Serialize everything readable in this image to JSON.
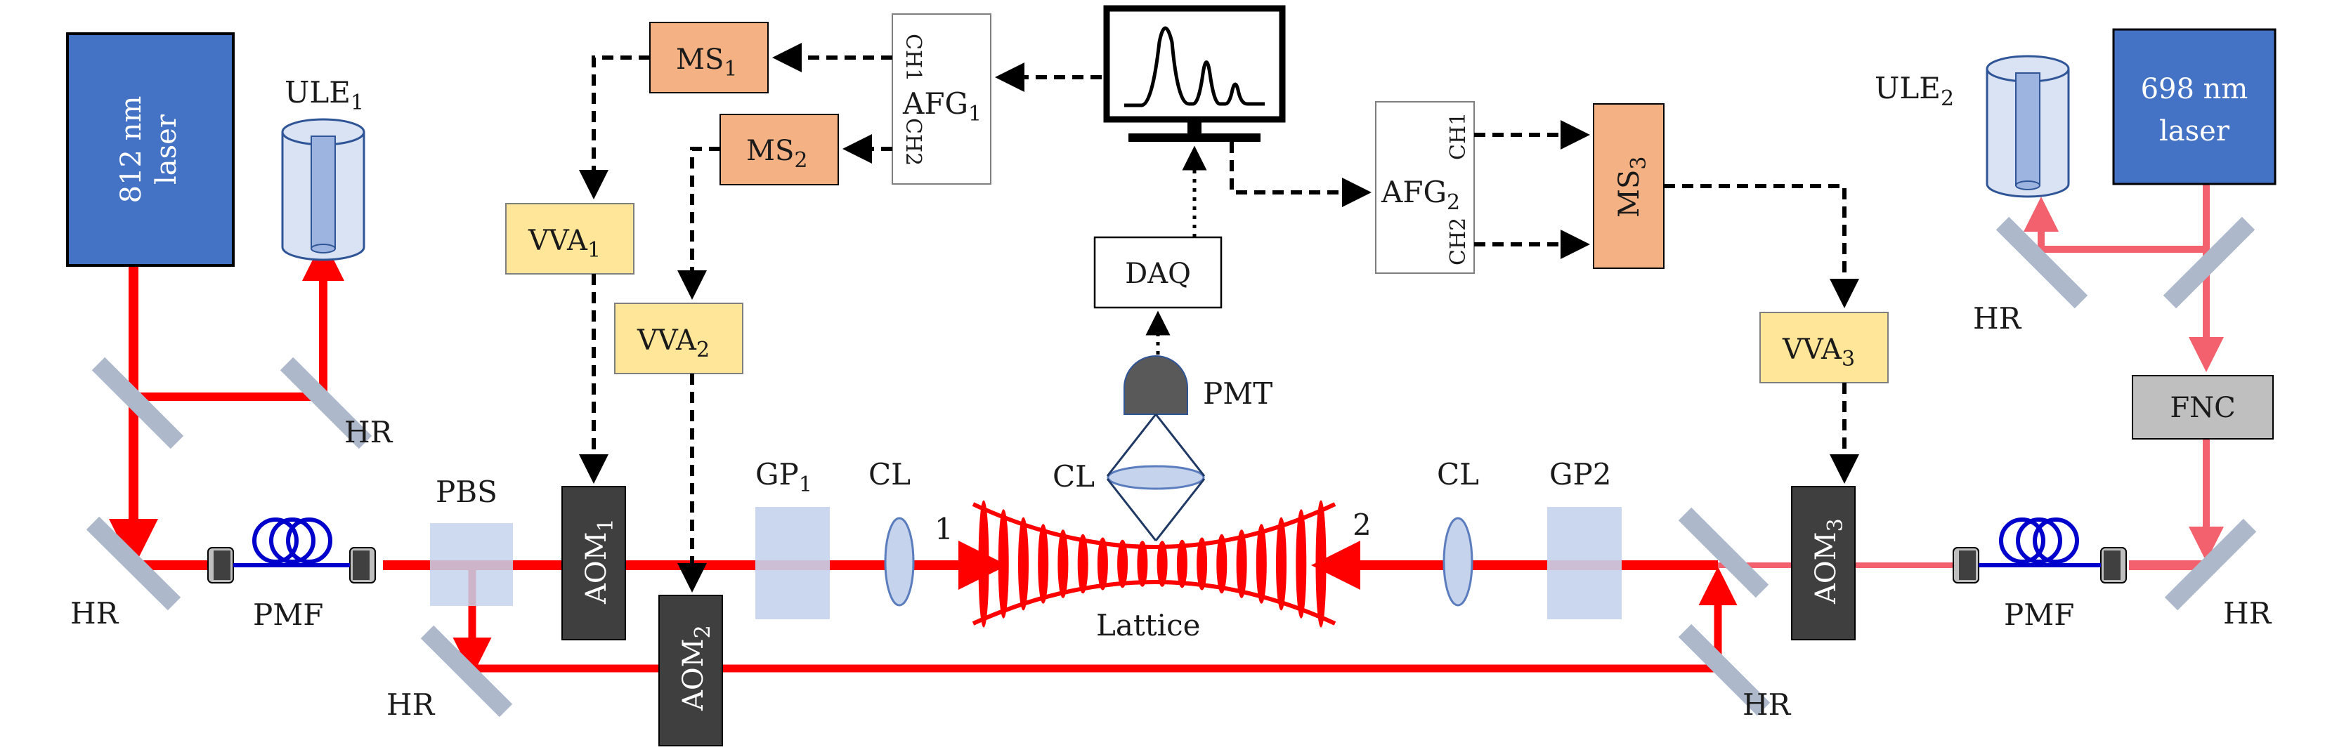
{
  "lasers": {
    "laser812": {
      "label": "812 nm laser",
      "line1": "812 nm",
      "line2": "laser",
      "color": "#4472C4"
    },
    "laser698": {
      "label": "698 nm laser",
      "line1": "698 nm",
      "line2": "laser",
      "color": "#4472C4"
    }
  },
  "cavities": {
    "ule1": {
      "main": "ULE",
      "sub": "1"
    },
    "ule2": {
      "main": "ULE",
      "sub": "2"
    }
  },
  "monitor": {
    "icon": "oscilloscope-trace-icon"
  },
  "afg1": {
    "main": "AFG",
    "sub": "1",
    "ch1": "CH1",
    "ch2": "CH2"
  },
  "afg2": {
    "main": "AFG",
    "sub": "2",
    "ch1": "CH1",
    "ch2": "CH2"
  },
  "ms": [
    {
      "main": "MS",
      "sub": "1",
      "color": "#F4B183"
    },
    {
      "main": "MS",
      "sub": "2",
      "color": "#F4B183"
    },
    {
      "main": "MS",
      "sub": "3",
      "color": "#F4B183"
    }
  ],
  "vva": [
    {
      "main": "VVA",
      "sub": "1",
      "color": "#FFE699"
    },
    {
      "main": "VVA",
      "sub": "2",
      "color": "#FFE699"
    },
    {
      "main": "VVA",
      "sub": "3",
      "color": "#FFE699"
    }
  ],
  "aom": [
    {
      "main": "AOM",
      "sub": "1"
    },
    {
      "main": "AOM",
      "sub": "2"
    },
    {
      "main": "AOM",
      "sub": "3"
    }
  ],
  "daq": "DAQ",
  "pmt": "PMT",
  "fnc": "FNC",
  "pbs": "PBS",
  "gp1": {
    "main": "GP",
    "sub": "1"
  },
  "gp2": "GP2",
  "cl": "CL",
  "hr": "HR",
  "pmf": "PMF",
  "lattice": "Lattice",
  "beam1": "1",
  "beam2": "2",
  "colors": {
    "beam812": "#FF0000",
    "beam698": "#F2616D",
    "fiber": "#0000CC",
    "mirror": "#ADB9CA",
    "glass": "#C5D3EC",
    "aom": "#3F3F3F",
    "fnc": "#BFBFBF"
  }
}
